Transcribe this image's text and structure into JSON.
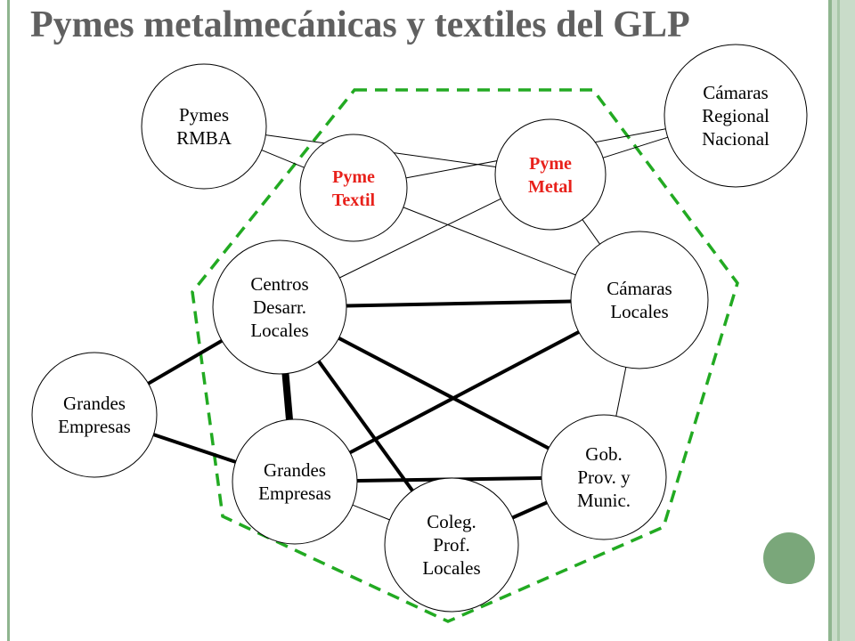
{
  "title": "Pymes metalmecánicas y textiles del GLP",
  "colors": {
    "boundary": "#22aa22",
    "highlight_text": "#e8211b",
    "title_text": "#606060",
    "decor_circle": "#7aa77a"
  },
  "nodes": [
    {
      "id": "pymes-rmba",
      "lines": [
        "Pymes",
        "RMBA"
      ],
      "highlight": false
    },
    {
      "id": "pyme-textil",
      "lines": [
        "Pyme",
        "Textil"
      ],
      "highlight": true
    },
    {
      "id": "pyme-metal",
      "lines": [
        "Pyme",
        "Metal"
      ],
      "highlight": true
    },
    {
      "id": "camaras-regional",
      "lines": [
        "Cámaras",
        "Regional",
        "Nacional"
      ],
      "highlight": false
    },
    {
      "id": "centros-desarr",
      "lines": [
        "Centros",
        "Desarr.",
        "Locales"
      ],
      "highlight": false
    },
    {
      "id": "camaras-locales",
      "lines": [
        "Cámaras",
        "Locales"
      ],
      "highlight": false
    },
    {
      "id": "grandes-empresas-ext",
      "lines": [
        "Grandes",
        "Empresas"
      ],
      "highlight": false
    },
    {
      "id": "grandes-empresas-int",
      "lines": [
        "Grandes",
        "Empresas"
      ],
      "highlight": false
    },
    {
      "id": "gob-prov-munic",
      "lines": [
        "Gob.",
        "Prov. y",
        "Munic."
      ],
      "highlight": false
    },
    {
      "id": "coleg-prof",
      "lines": [
        "Coleg.",
        "Prof.",
        "Locales"
      ],
      "highlight": false
    }
  ],
  "edges": [
    {
      "from": "pymes-rmba",
      "to": "pyme-textil",
      "strength": "weak"
    },
    {
      "from": "pymes-rmba",
      "to": "pyme-metal",
      "strength": "weak"
    },
    {
      "from": "pyme-textil",
      "to": "camaras-regional",
      "strength": "weak"
    },
    {
      "from": "pyme-metal",
      "to": "camaras-regional",
      "strength": "weak"
    },
    {
      "from": "pyme-textil",
      "to": "camaras-locales",
      "strength": "weak"
    },
    {
      "from": "pyme-metal",
      "to": "centros-desarr",
      "strength": "weak"
    },
    {
      "from": "pyme-metal",
      "to": "camaras-locales",
      "strength": "weak"
    },
    {
      "from": "centros-desarr",
      "to": "camaras-locales",
      "strength": "strong"
    },
    {
      "from": "centros-desarr",
      "to": "grandes-empresas-ext",
      "strength": "strong"
    },
    {
      "from": "centros-desarr",
      "to": "grandes-empresas-int",
      "strength": "strongest"
    },
    {
      "from": "centros-desarr",
      "to": "gob-prov-munic",
      "strength": "strong"
    },
    {
      "from": "centros-desarr",
      "to": "coleg-prof",
      "strength": "strong"
    },
    {
      "from": "camaras-locales",
      "to": "grandes-empresas-int",
      "strength": "strong"
    },
    {
      "from": "camaras-locales",
      "to": "gob-prov-munic",
      "strength": "weak"
    },
    {
      "from": "grandes-empresas-ext",
      "to": "grandes-empresas-int",
      "strength": "strong"
    },
    {
      "from": "grandes-empresas-int",
      "to": "gob-prov-munic",
      "strength": "strong"
    },
    {
      "from": "grandes-empresas-int",
      "to": "coleg-prof",
      "strength": "weak"
    },
    {
      "from": "coleg-prof",
      "to": "gob-prov-munic",
      "strength": "strong"
    }
  ]
}
